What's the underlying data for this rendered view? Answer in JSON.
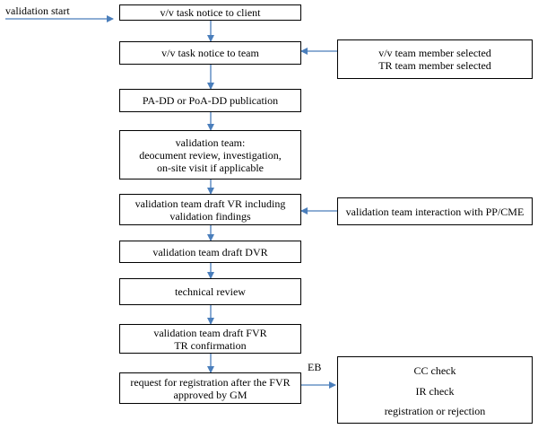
{
  "diagram": {
    "start_label": "validation start",
    "boxes": {
      "task_notice_client": [
        "v/v task notice to client"
      ],
      "task_notice_team": [
        "v/v task notice to team"
      ],
      "team_selected": [
        "v/v team member selected",
        "TR team member selected"
      ],
      "publication": [
        "PA-DD or PoA-DD publication"
      ],
      "team_review": [
        "validation team:",
        "deocument review, investigation,",
        "on-site visit if applicable"
      ],
      "draft_vr": [
        "validation team draft VR including",
        "validation findings"
      ],
      "interaction": [
        "validation team interaction with PP/CME"
      ],
      "draft_dvr": [
        "validation team draft DVR"
      ],
      "technical_review": [
        "technical review"
      ],
      "draft_fvr": [
        "validation team draft FVR",
        "TR confirmation"
      ],
      "request_registration": [
        "request for registration after the FVR",
        "approved by GM"
      ],
      "eb_checks": [
        "CC check",
        "IR check",
        "registration or rejection"
      ]
    },
    "eb_label": "EB",
    "colors": {
      "arrow": "#4a7ebb",
      "border": "#000000"
    }
  }
}
